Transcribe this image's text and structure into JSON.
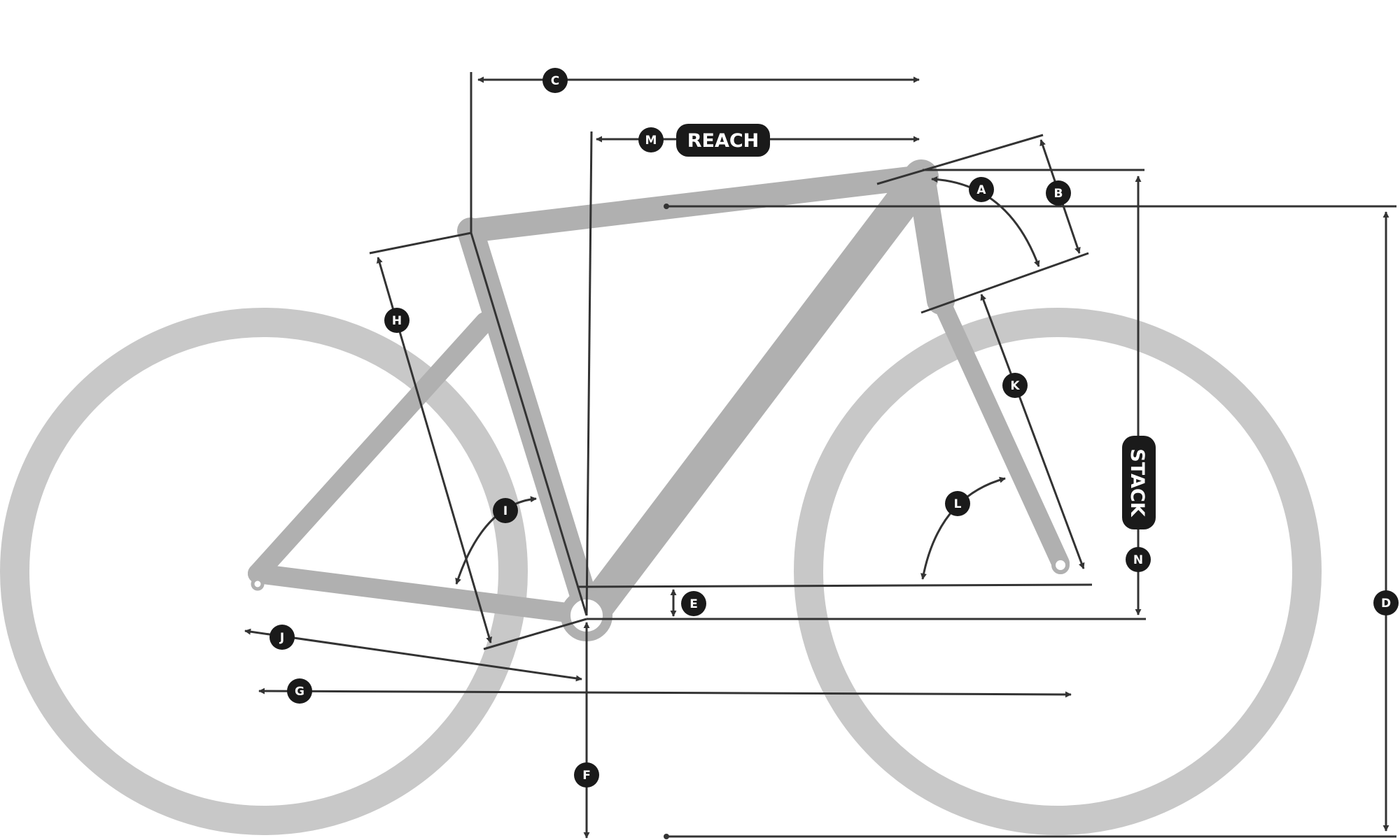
{
  "labels": {
    "a": "A",
    "b": "B",
    "c": "C",
    "d": "D",
    "e": "E",
    "f": "F",
    "g": "G",
    "h": "H",
    "i": "I",
    "j": "J",
    "k": "K",
    "l": "L",
    "m": "M",
    "n": "N"
  },
  "reach_label": "REACH",
  "stack_label": "STACK",
  "colors": {
    "wheel": "#c8c8c8",
    "frame": "#b0b0b0",
    "line": "#333333",
    "badge": "#1a1a1a",
    "badge_text": "#ffffff"
  }
}
